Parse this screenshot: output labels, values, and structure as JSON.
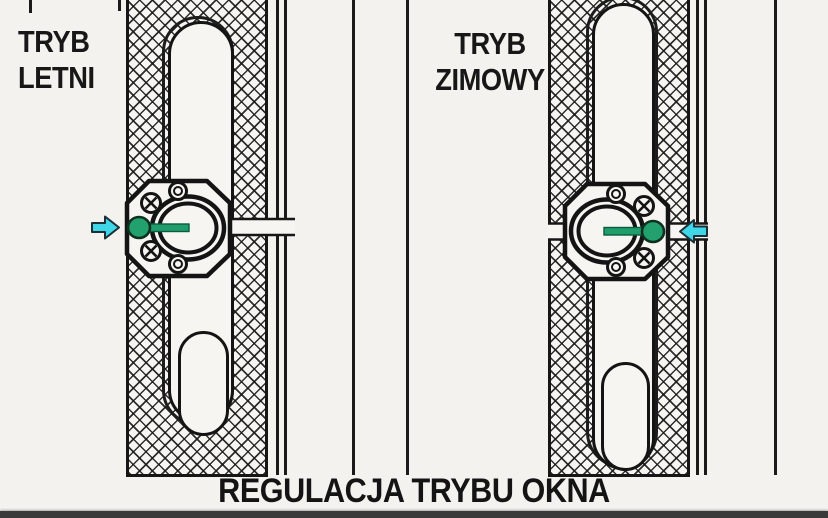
{
  "diagram": {
    "caption": "REGULACJA TRYBU OKNA",
    "panels": [
      {
        "id": "summer",
        "label_line1": "TRYB",
        "label_line2": "LETNI",
        "arrow_direction": "right",
        "pin_position": "left"
      },
      {
        "id": "winter",
        "label_line1": "TRYB",
        "label_line2": "ZIMOWY",
        "arrow_direction": "left",
        "pin_position": "right"
      }
    ],
    "colors": {
      "pin_green": "#22a06d",
      "bar_green": "#1f9e6c",
      "arrow_cyan": "#3fd7e8",
      "line_black": "#161616",
      "background": "#f3f2ee",
      "bottom_bar": "#3a3a3a"
    }
  }
}
